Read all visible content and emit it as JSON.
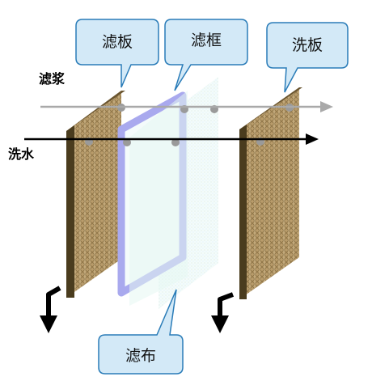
{
  "labels": {
    "filter_plate": "滤板",
    "filter_frame": "滤框",
    "wash_plate": "洗板",
    "filter_cloth": "滤布",
    "slurry": "滤浆",
    "wash_water": "洗水"
  },
  "colors": {
    "callout_fill": "#d3e9f7",
    "callout_stroke": "#2a7cb8",
    "plate_face": "#b89a68",
    "plate_edge": "#4a3c1e",
    "frame_outline": "#a9a9ee",
    "cloth_fill": "#e8f8f4",
    "slurry_arrow": "#a9a9a9",
    "water_arrow": "#000000",
    "hole": "#9a9a9a"
  }
}
